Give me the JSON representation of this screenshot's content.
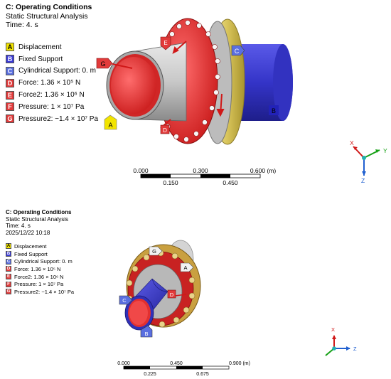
{
  "views": [
    {
      "title": "C: Operating Conditions",
      "subtitle": "Static Structural Analysis",
      "time": "Time: 4. s",
      "date": "",
      "legend": [
        {
          "letter": "A",
          "color": "#f2e400",
          "text": "Displacement"
        },
        {
          "letter": "B",
          "color": "#3b3bd9",
          "text": "Fixed Support"
        },
        {
          "letter": "C",
          "color": "#5a6fe0",
          "text": "Cylindrical Support: 0. m"
        },
        {
          "letter": "D",
          "color": "#e23a3a",
          "text": "Force: 1.36 × 10⁵ N"
        },
        {
          "letter": "E",
          "color": "#e23a3a",
          "text": "Force2: 1.36 × 10⁶ N"
        },
        {
          "letter": "F",
          "color": "#e23a3a",
          "text": "Pressure: 1 × 10⁷ Pa"
        },
        {
          "letter": "G",
          "color": "#e23a3a",
          "text": "Pressure2: −1.4 × 10⁷ Pa"
        }
      ],
      "callouts": {
        "A": "A",
        "B": "B",
        "C": "C",
        "D": "D",
        "E": "E",
        "G": "G"
      },
      "scale": {
        "ticks_top": [
          "0.000",
          "0.300",
          "0.600 (m)"
        ],
        "ticks_bottom": [
          "0.150",
          "0.450"
        ]
      },
      "triad": {
        "x": "X",
        "y": "Y",
        "z": "Z"
      }
    },
    {
      "title": "C: Operating Conditions",
      "subtitle": "Static Structural Analysis",
      "time": "Time: 4. s",
      "date": "2025/12/22 10:18",
      "legend": [
        {
          "letter": "A",
          "color": "#f2e400",
          "text": "Displacement"
        },
        {
          "letter": "B",
          "color": "#3b3bd9",
          "text": "Fixed Support"
        },
        {
          "letter": "C",
          "color": "#5a6fe0",
          "text": "Cylindrical Support: 0. m"
        },
        {
          "letter": "D",
          "color": "#e23a3a",
          "text": "Force: 1.36 × 10⁵ N"
        },
        {
          "letter": "E",
          "color": "#e23a3a",
          "text": "Force2: 1.36 × 10⁶ N"
        },
        {
          "letter": "F",
          "color": "#e23a3a",
          "text": "Pressure: 1 × 10⁷ Pa"
        },
        {
          "letter": "G",
          "color": "#e23a3a",
          "text": "Pressure2: −1.4 × 10⁷ Pa"
        }
      ],
      "callouts": {
        "A": "A",
        "B": "B",
        "C": "C",
        "D": "D",
        "G": "G"
      },
      "scale": {
        "ticks_top": [
          "0.000",
          "0.450",
          "0.900 (m)"
        ],
        "ticks_bottom": [
          "0.225",
          "0.675"
        ]
      },
      "triad": {
        "x": "X",
        "z": "Z"
      }
    }
  ]
}
